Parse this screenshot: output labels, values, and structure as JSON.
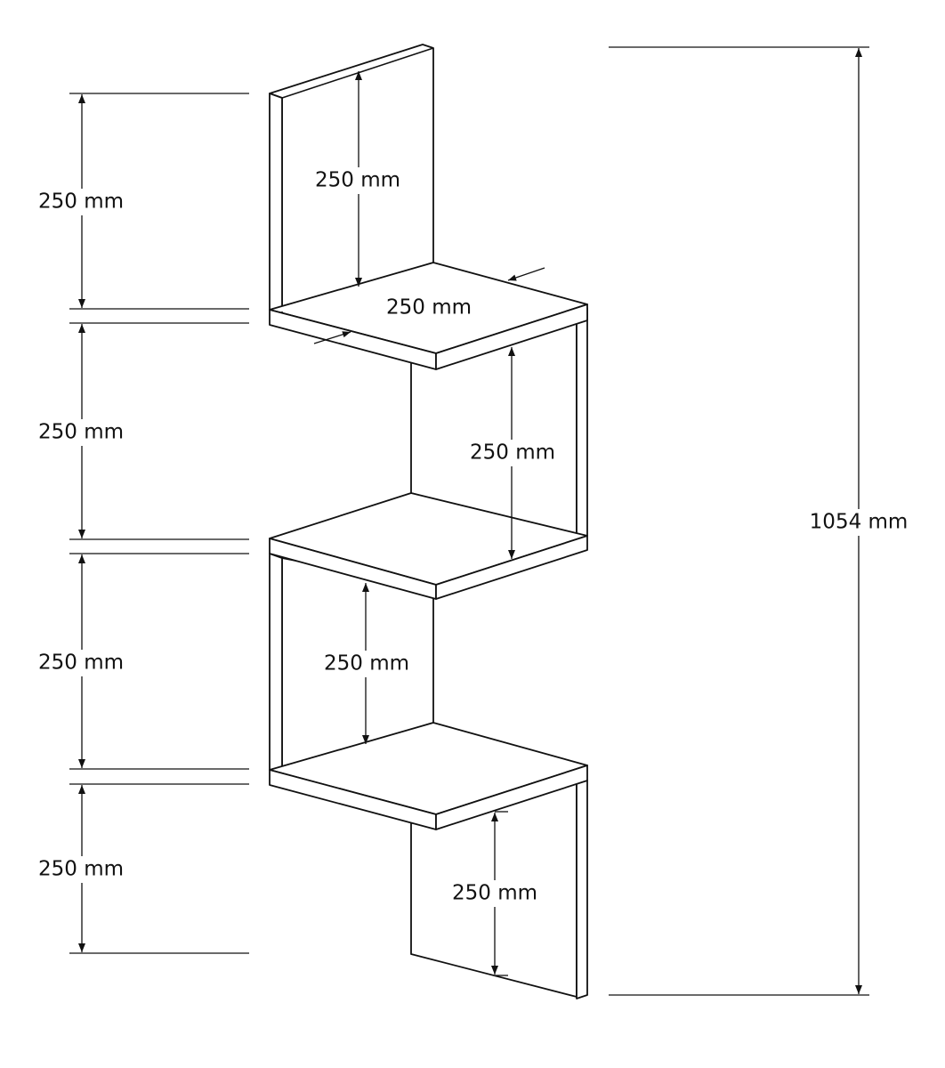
{
  "diagram": {
    "total_height_label": "1054 mm",
    "left_dimensions": [
      "250 mm",
      "250 mm",
      "250 mm",
      "250 mm"
    ],
    "inner_dimensions": {
      "top_panel_height": "250 mm",
      "shelf_depth": "250 mm",
      "upper_compartment_height": "250 mm",
      "lower_compartment_height": "250 mm",
      "bottom_panel_height": "250 mm"
    },
    "line_color": "#111111",
    "background_color": "#ffffff"
  }
}
